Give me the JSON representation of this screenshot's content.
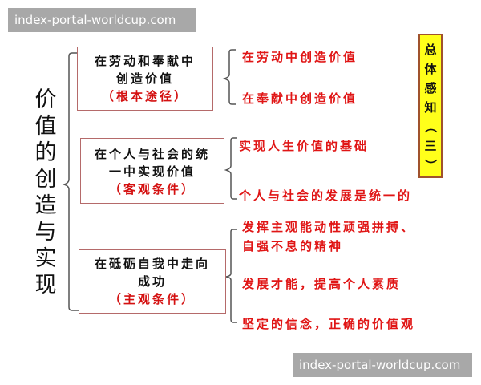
{
  "watermarks": {
    "top": "index-portal-worldcup.com",
    "bottom": "index-portal-worldcup.com"
  },
  "main_title": {
    "chars": [
      "价",
      "值",
      "的",
      "创",
      "造",
      "与",
      "实",
      "现"
    ],
    "text": "价值的创造与实现"
  },
  "nodes": [
    {
      "lines": [
        "在劳动和奉献中",
        "创造价值"
      ],
      "tag": "（根本途径）",
      "children": [
        "在劳动中创造价值",
        "在奉献中创造价值"
      ]
    },
    {
      "lines": [
        "在个人与社会的统",
        "一中实现价值"
      ],
      "tag": "（客观条件）",
      "children": [
        "实现人生价值的基础",
        "个人与社会的发展是统一的"
      ]
    },
    {
      "lines": [
        "在砥砺自我中走向",
        "成功"
      ],
      "tag": "（主观条件）",
      "children": [
        [
          "发挥主观能动性顽强拼搏、",
          "自强不息的精神"
        ],
        "发展才能，提高个人素质",
        "坚定的信念，正确的价值观"
      ]
    }
  ],
  "summary_box": {
    "chars": [
      "总",
      "体",
      "感",
      "知",
      "（",
      "三",
      "）"
    ],
    "text": "总体感知（三）"
  },
  "colors": {
    "accent_red": "#e01515",
    "tag_red": "#d41010",
    "box_border": "#b56a6a",
    "summary_bg": "#ffff1a",
    "summary_border": "#a0522d",
    "watermark_bg": "#a8a8a8"
  }
}
